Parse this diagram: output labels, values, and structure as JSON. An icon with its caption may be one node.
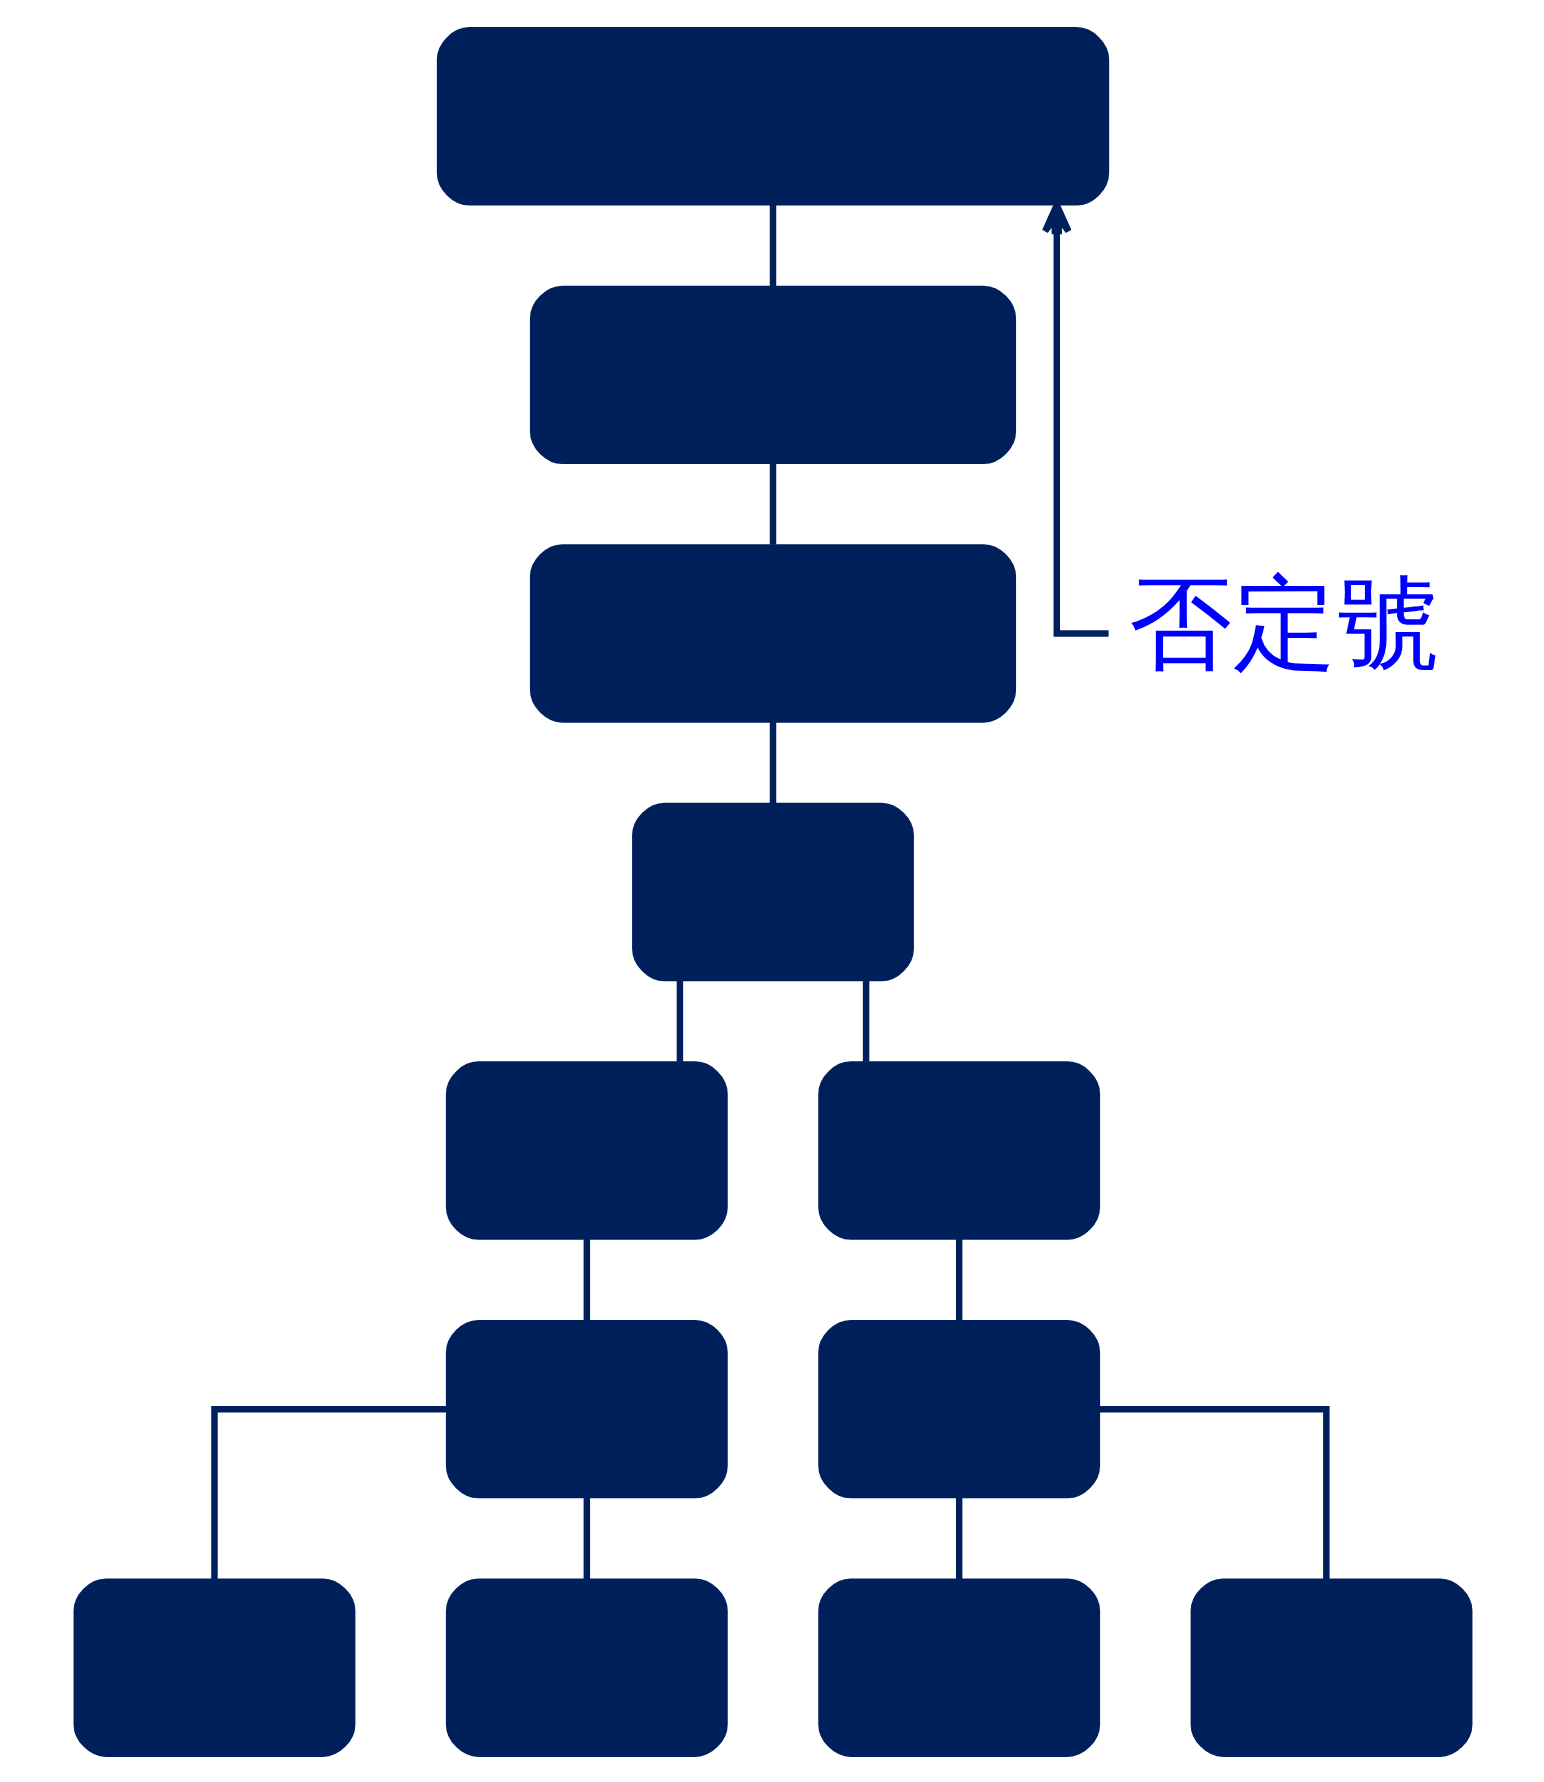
{
  "diagram": {
    "nodes": [
      {
        "text": [],
        "shape": "box"
      },
      {
        "text": [
          "否定號"
        ]
      },
      {
        "text": [],
        "shape": "box"
      },
      {
        "text": [],
        "shape": "box"
      },
      {
        "text": [],
        "shape": "box"
      },
      {
        "text": [],
        "shape": "box"
      },
      {
        "text": [],
        "shape": "box"
      },
      {
        "text": [],
        "shape": "box"
      },
      {
        "text": [],
        "shape": "box"
      },
      {
        "text": [],
        "shape": "box"
      },
      {
        "text": [],
        "shape": "box"
      },
      {
        "text": [],
        "shape": "box"
      },
      {
        "text": [],
        "shape": "box"
      }
    ],
    "edges": [
      {
        "from": 1,
        "to": 0,
        "arrow": "to"
      },
      {
        "from": 0,
        "to": 2,
        "arrow": "none"
      },
      {
        "from": 2,
        "to": 3,
        "arrow": "none"
      },
      {
        "from": 3,
        "to": 4,
        "arrow": "none"
      },
      {
        "from": 4,
        "to": 5,
        "arrow": "none"
      },
      {
        "from": 4,
        "to": 9,
        "arrow": "none"
      },
      {
        "from": 5,
        "to": 6,
        "arrow": "none"
      },
      {
        "from": 6,
        "to": 7,
        "arrow": "none"
      },
      {
        "from": 6,
        "to": 8,
        "arrow": "none"
      },
      {
        "from": 9,
        "to": 10,
        "arrow": "none"
      },
      {
        "from": 10,
        "to": 11,
        "arrow": "none"
      },
      {
        "from": 10,
        "to": 12,
        "arrow": "none"
      }
    ]
  }
}
